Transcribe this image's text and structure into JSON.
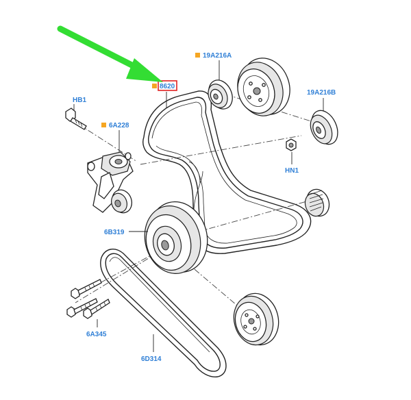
{
  "colors": {
    "label_blue": "#2f7fd6",
    "marker_orange": "#f5a623",
    "arrow_green": "#33dd33",
    "highlight_red": "#e02020"
  },
  "labels": {
    "p_19A216A": "19A216A",
    "p_19A216B": "19A216B",
    "p_8620": "8620",
    "p_HB1": "HB1",
    "p_6A228": "6A228",
    "p_HN1": "HN1",
    "p_6B319": "6B319",
    "p_6A345": "6A345",
    "p_6D314": "6D314"
  },
  "icons": {
    "pointer": "green-arrow-icon",
    "marker": "orange-square-icon"
  }
}
